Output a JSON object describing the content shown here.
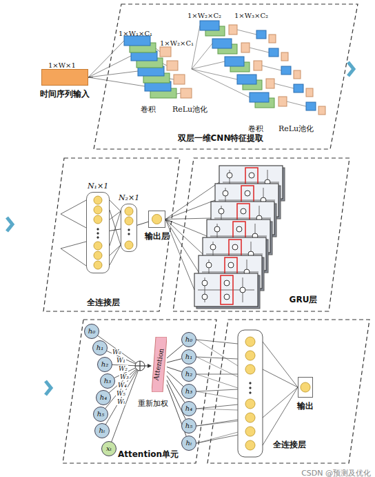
{
  "diagram": {
    "nodes": [
      {
        "text": [
          "时间序列输入"
        ]
      },
      {
        "text": [
          "双层一维CNN特征提取"
        ]
      },
      {
        "text": [
          "全连接层"
        ]
      },
      {
        "text": [
          "N₁×1"
        ],
        "in": 2
      },
      {
        "text": [
          "N₂×1"
        ],
        "in": 2
      },
      {
        "text": [
          "输出层"
        ],
        "in": 2
      },
      {
        "text": [
          "GRU层"
        ]
      },
      {
        "text": [
          "Attention单元"
        ]
      },
      {
        "text": [
          "h₀"
        ],
        "in": 7
      },
      {
        "text": [
          "h₁"
        ],
        "in": 7
      },
      {
        "text": [
          "h₂"
        ],
        "in": 7
      },
      {
        "text": [
          "h₃"
        ],
        "in": 7
      },
      {
        "text": [
          "h₄"
        ],
        "in": 7
      },
      {
        "text": [
          "h₅"
        ],
        "in": 7
      },
      {
        "text": [
          "hₜ"
        ],
        "in": 7
      },
      {
        "text": [
          "xₜ"
        ],
        "in": 7
      },
      {
        "text": [
          "Attention"
        ],
        "in": 7
      },
      {
        "text": [
          "h₀"
        ],
        "in": 7
      },
      {
        "text": [
          "h₁"
        ],
        "in": 7
      },
      {
        "text": [
          "h₂"
        ],
        "in": 7
      },
      {
        "text": [
          "h₃"
        ],
        "in": 7
      },
      {
        "text": [
          "h₄"
        ],
        "in": 7
      },
      {
        "text": [
          "h₅"
        ],
        "in": 7
      },
      {
        "text": [
          "hₜ"
        ],
        "in": 7
      },
      {
        "text": [
          "全连接层"
        ]
      },
      {
        "text": [
          "输出"
        ],
        "in": 24
      }
    ],
    "edges": [
      {
        "from": 0,
        "to": 1,
        "arrow": "none"
      },
      {
        "from": 3,
        "to": 4,
        "arrow": "none"
      },
      {
        "from": 4,
        "to": 5,
        "arrow": "none"
      },
      {
        "from": 5,
        "to": 6,
        "arrow": "none"
      },
      {
        "from": 16,
        "to": 17,
        "arrow": "none"
      },
      {
        "from": 16,
        "to": 18,
        "arrow": "none"
      },
      {
        "from": 16,
        "to": 19,
        "arrow": "none"
      },
      {
        "from": 16,
        "to": 20,
        "arrow": "none"
      },
      {
        "from": 16,
        "to": 21,
        "arrow": "none"
      },
      {
        "from": 16,
        "to": 22,
        "arrow": "none"
      },
      {
        "from": 16,
        "to": 23,
        "arrow": "none"
      }
    ],
    "labels": [
      "1×W×1",
      "1×W₁×C₁",
      "1×W₂×C₁",
      "1×W₂×C₂",
      "1×W₃×C₂",
      "卷积",
      "ReLu池化",
      "卷积",
      "ReLu池化",
      "W₀",
      "W₁",
      "W₂",
      "W₃",
      "W₄",
      "W₅",
      "Wₜ",
      "重新加权",
      "CSDN @预测及优化"
    ]
  }
}
